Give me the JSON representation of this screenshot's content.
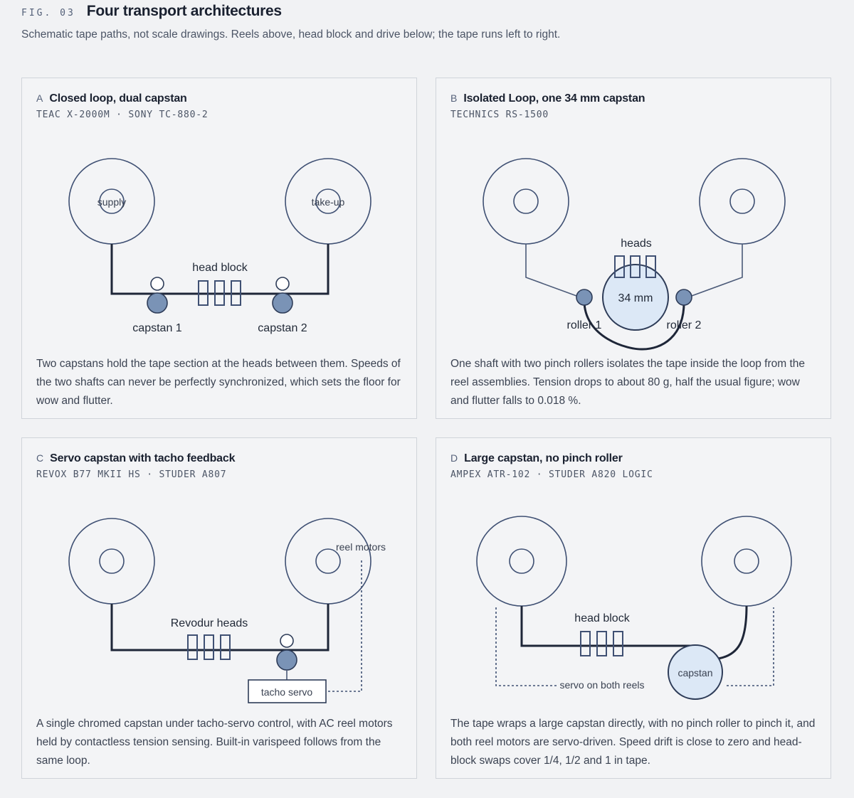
{
  "figure": {
    "label": "FIG. 03",
    "title": "Four transport architectures",
    "subtitle": "Schematic tape paths, not scale drawings. Reels above, head block and drive below; the tape runs left to right."
  },
  "panels": {
    "a": {
      "letter": "A",
      "title": "Closed loop, dual capstan",
      "models": "TEAC X-2000M · SONY TC-880-2",
      "labels": {
        "supply": "supply",
        "takeup": "take-up",
        "head_block": "head block",
        "capstan1": "capstan 1",
        "capstan2": "capstan 2"
      },
      "description": "Two capstans hold the tape section at the heads between them. Speeds of the two shafts can never be perfectly synchronized, which sets the floor for wow and flutter."
    },
    "b": {
      "letter": "B",
      "title": "Isolated Loop, one 34 mm capstan",
      "models": "TECHNICS RS-1500",
      "labels": {
        "heads": "heads",
        "capstan": "34 mm",
        "roller1": "roller 1",
        "roller2": "roller 2"
      },
      "description": "One shaft with two pinch rollers isolates the tape inside the loop from the reel assemblies. Tension drops to about 80 g, half the usual figure; wow and flutter falls to 0.018 %."
    },
    "c": {
      "letter": "C",
      "title": "Servo capstan with tacho feedback",
      "models": "REVOX B77 MKII HS · STUDER A807",
      "labels": {
        "reel_motors": "reel motors",
        "heads": "Revodur heads",
        "servo": "tacho servo"
      },
      "description": "A single chromed capstan under tacho-servo control, with AC reel motors held by contactless tension sensing. Built-in varispeed follows from the same loop."
    },
    "d": {
      "letter": "D",
      "title": "Large capstan, no pinch roller",
      "models": "AMPEX ATR-102 · STUDER A820 LOGIC",
      "labels": {
        "head_block": "head block",
        "capstan": "capstan",
        "servo": "servo on both reels"
      },
      "description": "The tape wraps a large capstan directly, with no pinch roller to pinch it, and both reel motors are servo-driven. Speed drift is close to zero and head-block swaps cover 1/4, 1/2 and 1 in tape."
    }
  },
  "colors": {
    "background": "#f1f2f4",
    "line": "#3f5073",
    "tape": "#1e2638",
    "capstan_fill": "#7a93b6",
    "big_capstan_fill": "#dce8f6"
  }
}
